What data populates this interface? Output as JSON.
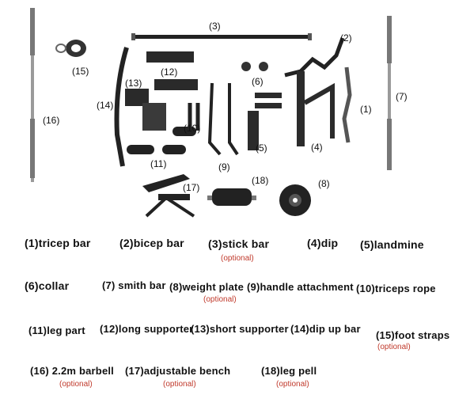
{
  "figure": {
    "numbers": [
      "(1)",
      "(2)",
      "(3)",
      "(4)",
      "(5)",
      "(6)",
      "(7)",
      "(8)",
      "(9)",
      "(10)",
      "(11)",
      "(12)",
      "(13)",
      "(14)",
      "(15)",
      "(16)",
      "(17)",
      "(18)"
    ]
  },
  "items": [
    {
      "label": "(1)tricep bar"
    },
    {
      "label": "(2)bicep bar"
    },
    {
      "label": "(3)stick bar",
      "note": "(optional)"
    },
    {
      "label": "(4)dip"
    },
    {
      "label": "(5)landmine"
    },
    {
      "label": "(6)collar"
    },
    {
      "label": "(7) smith bar"
    },
    {
      "label": "(8)weight plate",
      "note": "(optional)"
    },
    {
      "label": "(9)handle attachment"
    },
    {
      "label": "(10)triceps rope"
    },
    {
      "label": "(11)leg part"
    },
    {
      "label": "(12)long supporter"
    },
    {
      "label": "(13)short supporter"
    },
    {
      "label": "(14)dip up bar"
    },
    {
      "label": "(15)foot straps",
      "note": "(optional)"
    },
    {
      "label": "(16) 2.2m barbell",
      "note": "(optional)"
    },
    {
      "label": "(17)adjustable bench",
      "note": "(optional)"
    },
    {
      "label": "(18)leg pell",
      "note": "(optional)"
    }
  ],
  "colors": {
    "note": "#c0392b",
    "metal": "#2b2b2b",
    "steel": "#8a8a8a"
  }
}
